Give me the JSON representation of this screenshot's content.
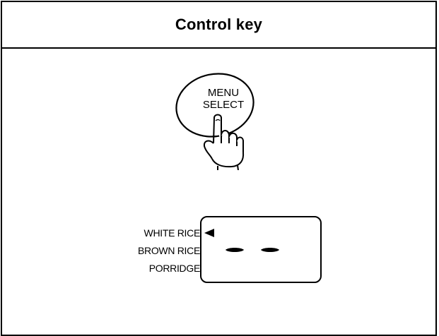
{
  "header": {
    "title": "Control key"
  },
  "control_button": {
    "line1": "MENU",
    "line2": "SELECT",
    "icon": "pressing-hand-icon"
  },
  "menu": {
    "items": [
      {
        "label": "WHITE RICE"
      },
      {
        "label": "BROWN RICE"
      },
      {
        "label": "PORRIDGE"
      }
    ],
    "selected_index": 0
  },
  "display": {
    "indicator_icon": "left-arrow-indicator-icon",
    "segments": "- -"
  }
}
